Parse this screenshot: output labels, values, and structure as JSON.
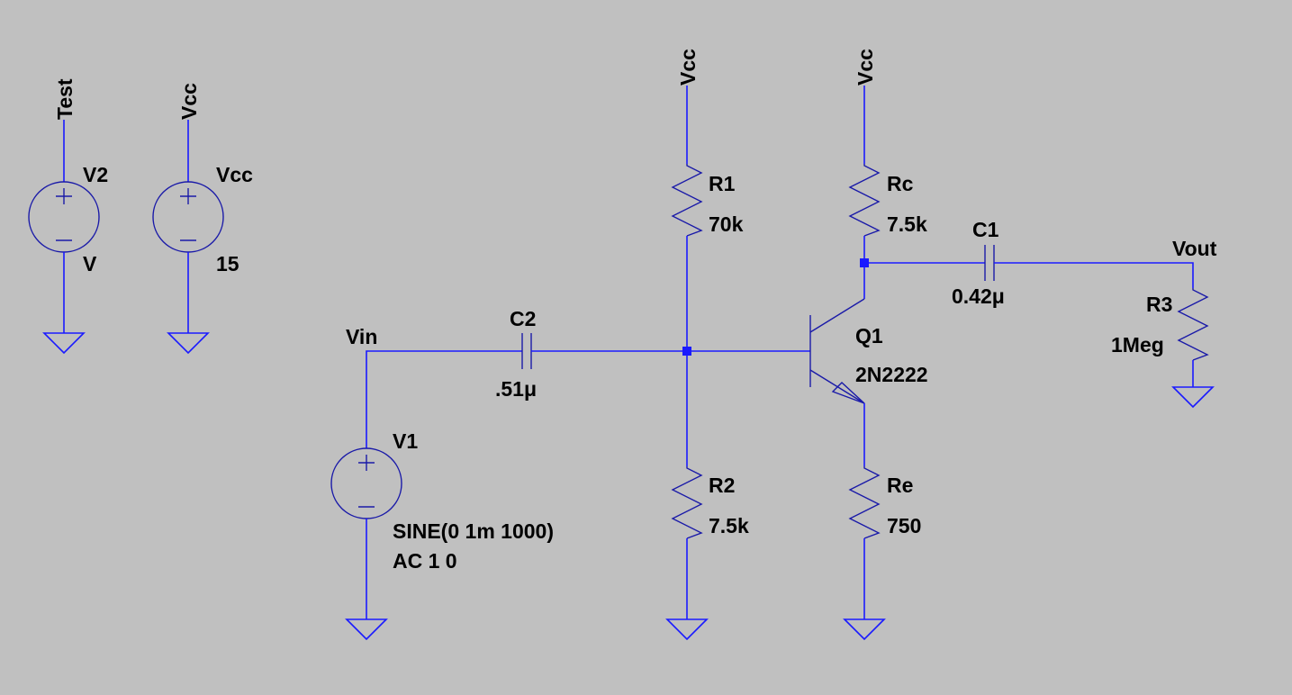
{
  "labels": {
    "test_net": "Test",
    "vcc_net_1": "Vcc",
    "vcc_net_2": "Vcc",
    "vcc_net_3": "Vcc",
    "v2_name": "V2",
    "v2_value": "V",
    "vcc_name": "Vcc",
    "vcc_value": "15",
    "vin": "Vin",
    "c2_name": "C2",
    "c2_value": ".51μ",
    "v1_name": "V1",
    "v1_value": "SINE(0 1m 1000)",
    "v1_ac": "AC 1 0",
    "r1_name": "R1",
    "r1_value": "70k",
    "r2_name": "R2",
    "r2_value": "7.5k",
    "rc_name": "Rc",
    "rc_value": "7.5k",
    "re_name": "Re",
    "re_value": "750",
    "q1_name": "Q1",
    "q1_value": "2N2222",
    "c1_name": "C1",
    "c1_value": "0.42μ",
    "vout": "Vout",
    "r3_name": "R3",
    "r3_value": "1Meg"
  },
  "colors": {
    "background": "#c0c0c0",
    "wire": "#1a1aff",
    "component": "#1a1aa8",
    "text": "#000000"
  }
}
